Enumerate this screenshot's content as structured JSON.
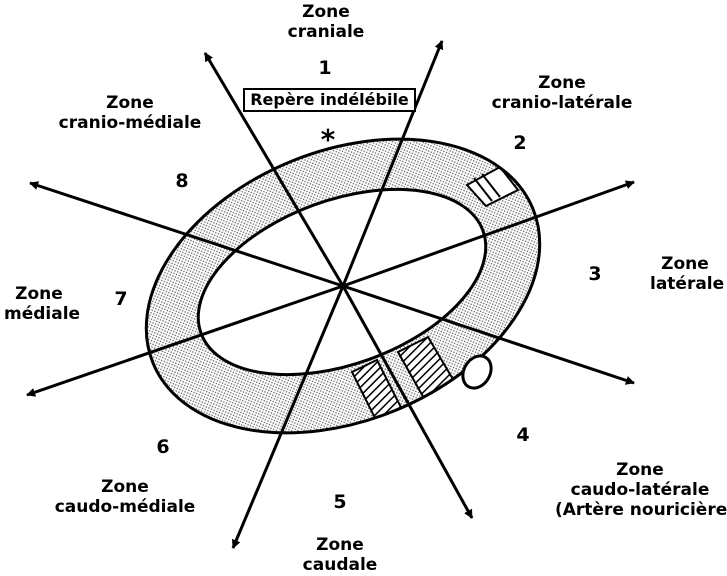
{
  "marker_box": "Repère indélébile",
  "marker_symbol": "*",
  "zones": [
    {
      "number": "1",
      "line1": "Zone",
      "line2": "craniale",
      "line3": ""
    },
    {
      "number": "2",
      "line1": "Zone",
      "line2": "cranio-latérale",
      "line3": ""
    },
    {
      "number": "3",
      "line1": "Zone",
      "line2": "latérale",
      "line3": ""
    },
    {
      "number": "4",
      "line1": "Zone",
      "line2": "caudo-latérale",
      "line3": "(Artère nouricière)"
    },
    {
      "number": "5",
      "line1": "Zone",
      "line2": "caudale",
      "line3": ""
    },
    {
      "number": "6",
      "line1": "Zone",
      "line2": "caudo-médiale",
      "line3": ""
    },
    {
      "number": "7",
      "line1": "Zone",
      "line2": "médiale",
      "line3": ""
    },
    {
      "number": "8",
      "line1": "Zone",
      "line2": "cranio-médiale",
      "line3": ""
    }
  ]
}
